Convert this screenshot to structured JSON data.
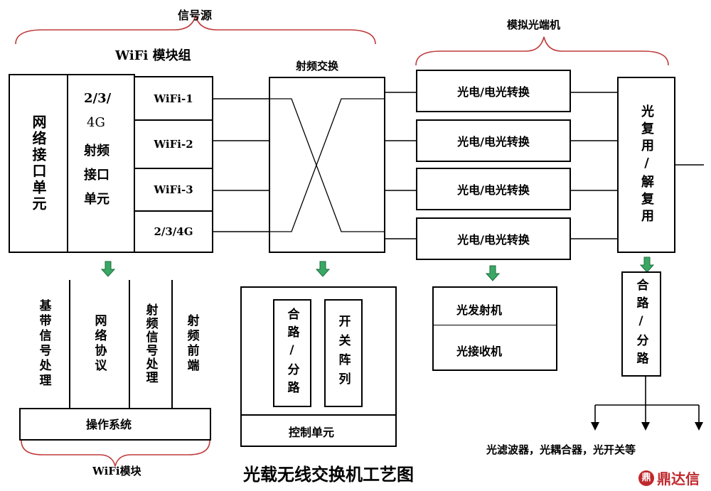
{
  "title": "光载无线交换机工艺图",
  "top": {
    "signal_source": "信号源",
    "wifi_group": "WiFi 模块组",
    "rf_switch": "射频交换",
    "optical_terminal": "模拟光端机"
  },
  "units": {
    "network_interface": "网络接口单元",
    "rf_interface_line1": "2/3/",
    "rf_interface_line2": "4G",
    "rf_interface_line3": "射频",
    "rf_interface_line4": "接口",
    "rf_interface_line5": "单元",
    "wifi_ports": [
      "WiFi-1",
      "WiFi-2",
      "WiFi-3",
      "2/3/4G"
    ],
    "converters": [
      "光电/电光转换",
      "光电/电光转换",
      "光电/电光转换",
      "光电/电光转换"
    ],
    "mux": "光复用/解复用"
  },
  "wifi_module": {
    "parts": [
      "基带信号处理",
      "网络协议",
      "射频信号处理",
      "射频前端"
    ],
    "os": "操作系统",
    "label": "WiFi模块"
  },
  "control_unit": {
    "combiner": "合路/分路",
    "switch_array": "开关阵列",
    "label": "控制单元"
  },
  "optical_tx_rx": {
    "tx": "光发射机",
    "rx": "光接收机"
  },
  "right_chain": {
    "combiner": "合路/分路",
    "devices": "光滤波器，光耦合器，光开关等"
  },
  "logo": {
    "text": "鼎达信",
    "color": "#c0282d"
  },
  "colors": {
    "arrow_green": "#3aa865",
    "brace_red": "#c03a3a"
  }
}
